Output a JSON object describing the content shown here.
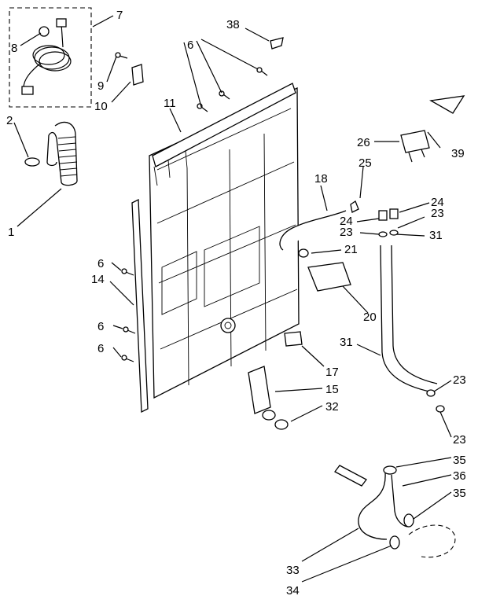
{
  "callouts": [
    {
      "id": "c1",
      "text": "1"
    },
    {
      "id": "c2",
      "text": "2"
    },
    {
      "id": "c6a",
      "text": "6"
    },
    {
      "id": "c6b",
      "text": "6"
    },
    {
      "id": "c6c",
      "text": "6"
    },
    {
      "id": "c6d",
      "text": "6"
    },
    {
      "id": "c7",
      "text": "7"
    },
    {
      "id": "c8",
      "text": "8"
    },
    {
      "id": "c9",
      "text": "9"
    },
    {
      "id": "c10",
      "text": "10"
    },
    {
      "id": "c11",
      "text": "11"
    },
    {
      "id": "c14",
      "text": "14"
    },
    {
      "id": "c15",
      "text": "15"
    },
    {
      "id": "c17",
      "text": "17"
    },
    {
      "id": "c18",
      "text": "18"
    },
    {
      "id": "c20",
      "text": "20"
    },
    {
      "id": "c21",
      "text": "21"
    },
    {
      "id": "c23a",
      "text": "23"
    },
    {
      "id": "c23b",
      "text": "23"
    },
    {
      "id": "c23c",
      "text": "23"
    },
    {
      "id": "c23d",
      "text": "23"
    },
    {
      "id": "c24a",
      "text": "24"
    },
    {
      "id": "c24b",
      "text": "24"
    },
    {
      "id": "c25",
      "text": "25"
    },
    {
      "id": "c26",
      "text": "26"
    },
    {
      "id": "c31a",
      "text": "31"
    },
    {
      "id": "c31b",
      "text": "31"
    },
    {
      "id": "c32",
      "text": "32"
    },
    {
      "id": "c33",
      "text": "33"
    },
    {
      "id": "c34",
      "text": "34"
    },
    {
      "id": "c35a",
      "text": "35"
    },
    {
      "id": "c35b",
      "text": "35"
    },
    {
      "id": "c36",
      "text": "36"
    },
    {
      "id": "c38",
      "text": "38"
    },
    {
      "id": "c39",
      "text": "39"
    }
  ]
}
